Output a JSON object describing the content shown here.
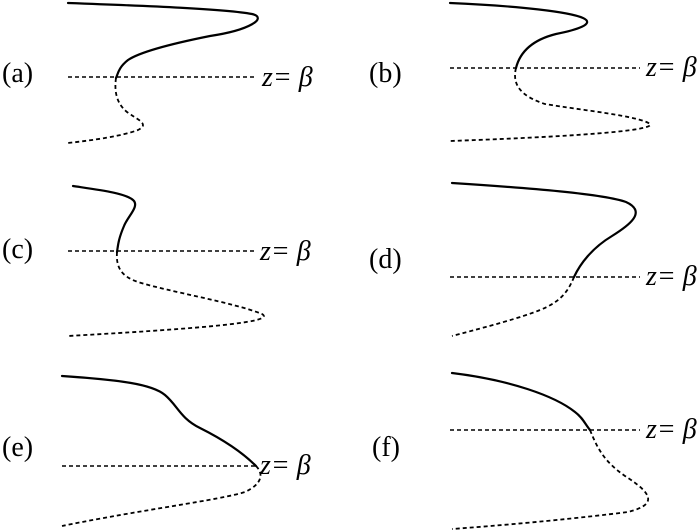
{
  "panels": [
    {
      "id": "a",
      "label": "(a)",
      "line_label": "z= β"
    },
    {
      "id": "b",
      "label": "(b)",
      "line_label": "z= β"
    },
    {
      "id": "c",
      "label": "(c)",
      "line_label": "z= β"
    },
    {
      "id": "d",
      "label": "(d)",
      "line_label": "z= β"
    },
    {
      "id": "e",
      "label": "(e)",
      "line_label": "z= β"
    },
    {
      "id": "f",
      "label": "(f)",
      "line_label": "z= β"
    }
  ]
}
